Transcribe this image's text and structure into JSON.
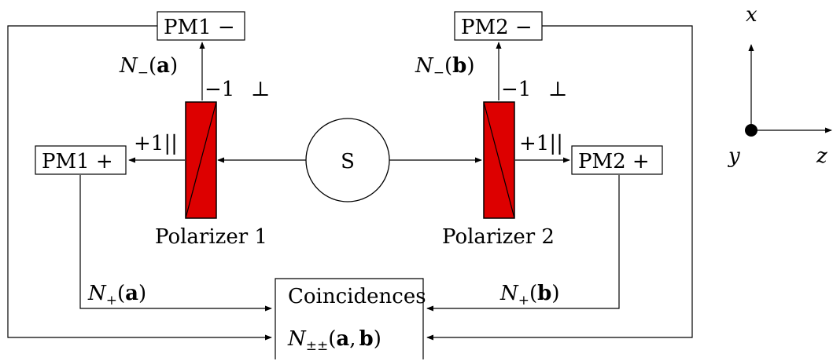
{
  "diagram": {
    "source_label": "S",
    "boxes": {
      "pm1_minus": "PM1 −",
      "pm2_minus": "PM2 −",
      "pm1_plus": "PM1 +",
      "pm2_plus": "PM2 +",
      "coincidences": "Coincidences"
    },
    "polarizers": {
      "p1_label": "Polarizer 1",
      "p2_label": "Polarizer 2",
      "fill_color": "#dd0000"
    },
    "channel_labels": {
      "minus_p1": "−1",
      "minus_p2": "−1",
      "perp_p1": "⊥",
      "perp_p2": "⊥",
      "plus_p1": "+1||",
      "plus_p2": "+1||"
    },
    "counts": {
      "n_minus_a": {
        "sym": "N",
        "sub": "−",
        "open": "(",
        "arg": "a",
        "close": ")"
      },
      "n_minus_b": {
        "sym": "N",
        "sub": "−",
        "open": "(",
        "arg": "b",
        "close": ")"
      },
      "n_plus_a": {
        "sym": "N",
        "sub": "+",
        "open": "(",
        "arg": "a",
        "close": ")"
      },
      "n_plus_b": {
        "sym": "N",
        "sub": "+",
        "open": "(",
        "arg": "b",
        "close": ")"
      },
      "n_pm_ab": {
        "sym": "N",
        "sub": "±±",
        "open": "(",
        "arg1": "a",
        "comma": ",",
        "arg2": "b",
        "close": ")"
      }
    },
    "axes": {
      "x": "x",
      "y": "y",
      "z": "z"
    }
  }
}
